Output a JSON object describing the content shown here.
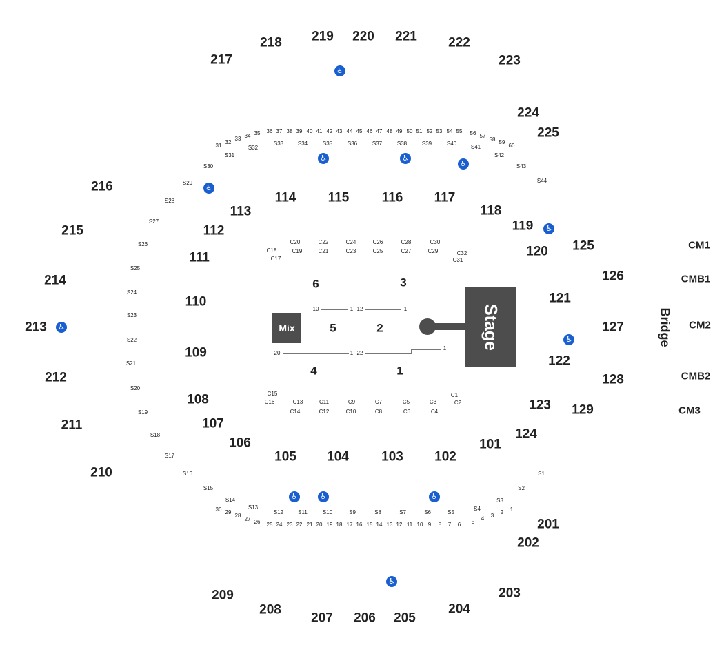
{
  "title": "",
  "colors": {
    "stage": "#4d4d4d",
    "accessible": "#1a5fd0",
    "text": "#222222"
  },
  "stage_label": "Stage",
  "mix_label": "Mix",
  "bridge_label": "Bridge",
  "accessible_icon": "wheelchair-icon",
  "sections_200": [
    "201",
    "202",
    "203",
    "204",
    "205",
    "206",
    "207",
    "208",
    "209",
    "210",
    "211",
    "212",
    "213",
    "214",
    "215",
    "216",
    "217",
    "218",
    "219",
    "220",
    "221",
    "222",
    "223",
    "224",
    "225"
  ],
  "sections_100": [
    "101",
    "102",
    "103",
    "104",
    "105",
    "106",
    "107",
    "108",
    "109",
    "110",
    "111",
    "112",
    "113",
    "114",
    "115",
    "116",
    "117",
    "118",
    "119",
    "120",
    "121",
    "122",
    "123",
    "124",
    "125",
    "126",
    "127",
    "128",
    "129"
  ],
  "floor_sections": [
    "1",
    "2",
    "3",
    "4",
    "5",
    "6"
  ],
  "club_sections": [
    "CM1",
    "CMB1",
    "CM2",
    "CMB2",
    "CM3"
  ],
  "suites": [
    "S1",
    "S2",
    "S3",
    "S4",
    "S5",
    "S6",
    "S7",
    "S8",
    "S9",
    "S10",
    "S11",
    "S12",
    "S13",
    "S14",
    "S15",
    "S16",
    "S17",
    "S18",
    "S19",
    "S20",
    "S21",
    "S22",
    "S23",
    "S24",
    "S25",
    "S26",
    "S27",
    "S28",
    "S29",
    "S30",
    "S31",
    "S32",
    "S33",
    "S34",
    "S35",
    "S36",
    "S37",
    "S38",
    "S39",
    "S40",
    "S41",
    "S42",
    "S43",
    "S44"
  ],
  "courtside": [
    "C1",
    "C2",
    "C3",
    "C4",
    "C5",
    "C6",
    "C7",
    "C8",
    "C9",
    "C10",
    "C11",
    "C12",
    "C13",
    "C14",
    "C15",
    "C16",
    "C17",
    "C18",
    "C19",
    "C20",
    "C21",
    "C22",
    "C23",
    "C24",
    "C25",
    "C26",
    "C27",
    "C28",
    "C29",
    "C30",
    "C31",
    "C32"
  ],
  "rail_lower": [
    "1",
    "2",
    "3",
    "4",
    "5",
    "6",
    "7",
    "8",
    "9",
    "10",
    "11",
    "12",
    "13",
    "14",
    "15",
    "16",
    "17",
    "18",
    "19",
    "20",
    "21",
    "22",
    "23",
    "24",
    "25",
    "26",
    "27",
    "28",
    "29",
    "30"
  ],
  "rail_upper": [
    "31",
    "32",
    "33",
    "34",
    "35",
    "36",
    "37",
    "38",
    "39",
    "40",
    "41",
    "42",
    "43",
    "44",
    "45",
    "46",
    "47",
    "48",
    "49",
    "50",
    "51",
    "52",
    "53",
    "54",
    "55",
    "56",
    "57",
    "58",
    "59",
    "60"
  ],
  "floor_rows": {
    "left_start": "10",
    "mid_a": "1",
    "mid_b": "12",
    "right_end": "1",
    "lower_left": "20",
    "lower_mid_a": "1",
    "lower_mid_b": "22",
    "lower_right": "1"
  }
}
